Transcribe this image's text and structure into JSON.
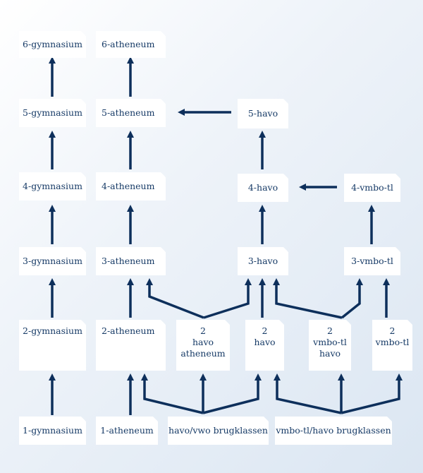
{
  "colors": {
    "arrow": "#0d2f5b",
    "text": "#163a66",
    "box": "#ffffff"
  },
  "nodes": {
    "g6": "6-gymnasium",
    "a6": "6-atheneum",
    "g5": "5-gymnasium",
    "a5": "5-atheneum",
    "h5": "5-havo",
    "g4": "4-gymnasium",
    "a4": "4-atheneum",
    "h4": "4-havo",
    "v4": "4-vmbo-tl",
    "g3": "3-gymnasium",
    "a3": "3-atheneum",
    "h3": "3-havo",
    "v3": "3-vmbo-tl",
    "g2": "2-gymnasium",
    "a2": "2-atheneum",
    "ha2": "2\nhavo\natheneum",
    "h2": "2\nhavo",
    "vh2": "2\nvmbo-tl\nhavo",
    "v2": "2\nvmbo-tl",
    "g1": "1-gymnasium",
    "a1": "1-atheneum",
    "hvb": "havo/vwo brugklassen",
    "vhb": "vmbo-tl/havo brugklassen"
  }
}
